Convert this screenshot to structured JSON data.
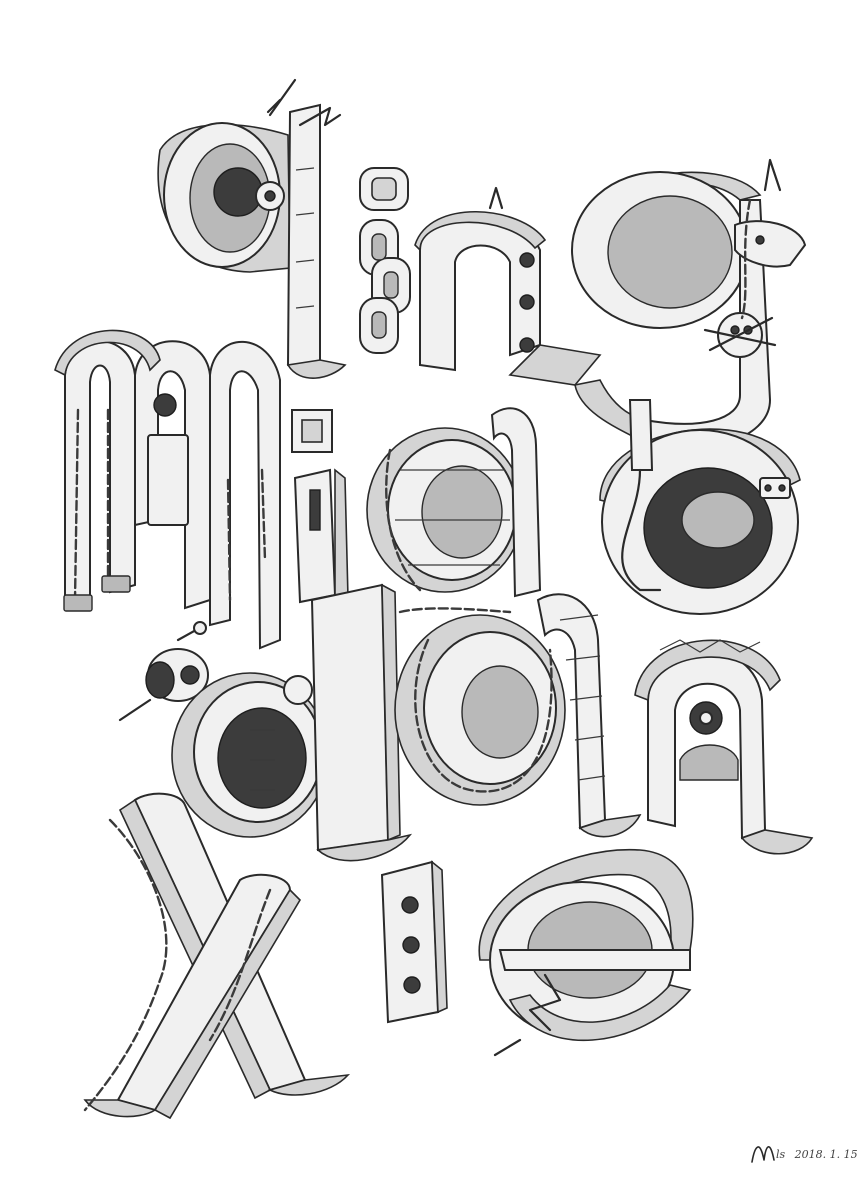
{
  "artwork": {
    "signature": {
      "mark": "M",
      "initials": "ls",
      "date": "2018. 1. 15"
    }
  },
  "colors": {
    "background": "#ffffff",
    "ink": "#2a2a2a",
    "light_face": "#f1f1f1",
    "mid_shade": "#d4d4d4",
    "dark_shade": "#3c3c3c"
  }
}
